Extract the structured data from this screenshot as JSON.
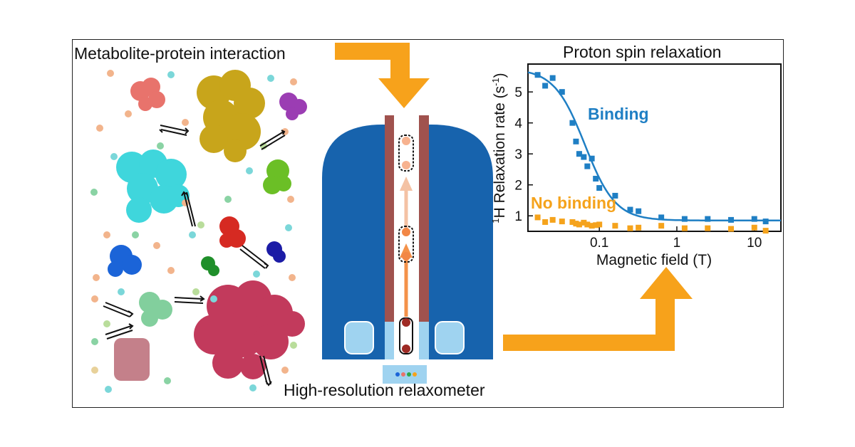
{
  "labels": {
    "interaction": "Metabolite-protein interaction",
    "instrument": "High-resolution relaxometer",
    "chart_title": "Proton spin relaxation"
  },
  "chart_data": {
    "type": "scatter",
    "title": "Proton spin relaxation",
    "xlabel": "Magnetic field (T)",
    "ylabel_prefix": "1",
    "ylabel_main": "H Relaxation rate (s",
    "ylabel_exp": "-1",
    "ylabel_close": ")",
    "x_scale": "log",
    "xlim": [
      0.012,
      22
    ],
    "ylim": [
      0.5,
      5.9
    ],
    "x_ticks": [
      {
        "v": 0.1,
        "label": "0.1"
      },
      {
        "v": 1,
        "label": "1"
      },
      {
        "v": 10,
        "label": "10"
      }
    ],
    "y_ticks": [
      {
        "v": 1,
        "label": "1"
      },
      {
        "v": 2,
        "label": "2"
      },
      {
        "v": 3,
        "label": "3"
      },
      {
        "v": 4,
        "label": "4"
      },
      {
        "v": 5,
        "label": "5"
      }
    ],
    "series": [
      {
        "name": "Binding",
        "color": "#1f7fc4",
        "x": [
          0.016,
          0.02,
          0.025,
          0.033,
          0.045,
          0.05,
          0.055,
          0.063,
          0.07,
          0.08,
          0.09,
          0.1,
          0.16,
          0.25,
          0.32,
          0.63,
          1.26,
          2.5,
          5,
          10,
          14
        ],
        "y": [
          5.55,
          5.2,
          5.45,
          5.0,
          4.0,
          3.4,
          3.0,
          2.9,
          2.6,
          2.85,
          2.2,
          1.9,
          1.65,
          1.2,
          1.15,
          0.95,
          0.9,
          0.9,
          0.87,
          0.9,
          0.82
        ]
      },
      {
        "name": "No binding",
        "color": "#f5a31c",
        "x": [
          0.016,
          0.02,
          0.025,
          0.033,
          0.045,
          0.05,
          0.055,
          0.063,
          0.07,
          0.08,
          0.09,
          0.1,
          0.16,
          0.25,
          0.32,
          0.63,
          1.26,
          2.5,
          5,
          10,
          14
        ],
        "y": [
          0.95,
          0.8,
          0.87,
          0.82,
          0.8,
          0.75,
          0.72,
          0.78,
          0.72,
          0.68,
          0.7,
          0.72,
          0.68,
          0.6,
          0.62,
          0.68,
          0.6,
          0.6,
          0.58,
          0.62,
          0.52
        ]
      }
    ],
    "fit": {
      "low": 5.75,
      "high": 0.85,
      "x0": 0.065,
      "n": 2.2
    }
  }
}
